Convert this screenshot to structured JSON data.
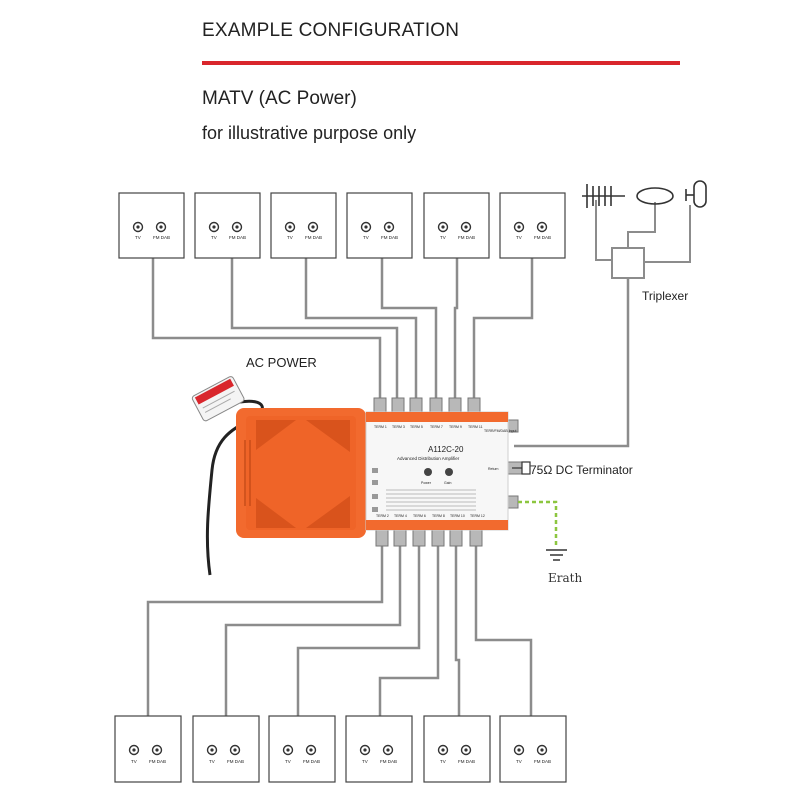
{
  "header": {
    "title": "EXAMPLE CONFIGURATION",
    "subtitle": "MATV (AC Power)",
    "note": "for illustrative purpose only"
  },
  "labels": {
    "ac_power": "AC POWER",
    "triplexer": "Triplexer",
    "terminator": "75Ω DC Terminator",
    "earth": "Erath"
  },
  "wall_plate": {
    "tv": "TV",
    "fm": "FM DAB"
  },
  "amplifier": {
    "model": "A112C-20",
    "subtitle": "Advanced Distribution Amplifier",
    "top_ports": [
      "TERM 1",
      "TERM 3",
      "TERM 5",
      "TERM 7",
      "TERM 9",
      "TERM 11"
    ],
    "bottom_ports": [
      "TERM 2",
      "TERM 4",
      "TERM 6",
      "TERM 8",
      "TERM 10",
      "TERM 12"
    ],
    "input_label": "TERR/FM/DAB Input",
    "return_label": "Return",
    "power_label": "Power",
    "gain_label": "Gain"
  },
  "colors": {
    "amplifier_body": "#f26a2e",
    "amplifier_dark": "#d9531c",
    "cable": "#8c8c8c",
    "earth_wire": "#8cc63f",
    "accent_rule": "#d9262c"
  }
}
